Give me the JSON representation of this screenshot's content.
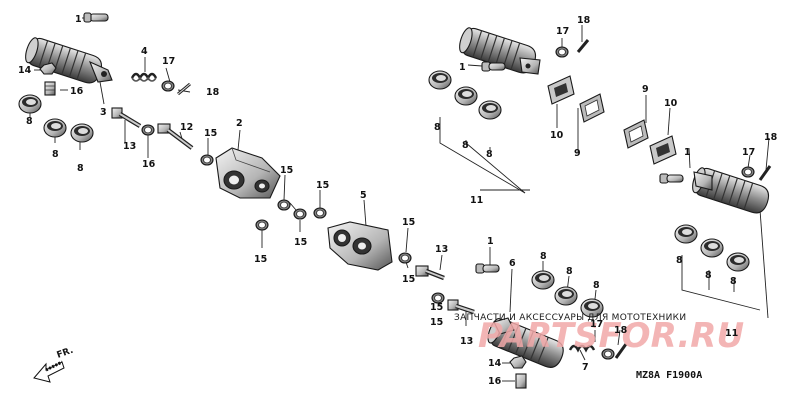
{
  "diagram": {
    "code": "MZ8A  F1900A",
    "direction_label": "FR.",
    "watermark_text": "ЗАПЧАСТИ И АКСЕССУАРЫ ДЛЯ МОТОТЕХНИКИ",
    "watermark_logo": "PARTSFOR.RU",
    "callouts": {
      "c1a": "1",
      "c14a": "14",
      "c16a": "16",
      "c3": "3",
      "c4": "4",
      "c17a": "17",
      "c18a": "18",
      "c8a": "8",
      "c8b": "8",
      "c8c": "8",
      "c13a": "13",
      "c16b": "16",
      "c12": "12",
      "c15a": "15",
      "c2": "2",
      "c15b": "15",
      "c15c": "15",
      "c15d": "15",
      "c15e": "15",
      "c5": "5",
      "c15f": "15",
      "c15g": "15",
      "c15h": "15",
      "c13b": "13",
      "c1b": "1",
      "c6": "6",
      "c13c": "13",
      "c15i": "15",
      "c17b": "17",
      "c18b": "18",
      "c1c": "1",
      "c8d": "8",
      "c8e": "8",
      "c8f": "8",
      "c11a": "11",
      "c10a": "10",
      "c9a": "9",
      "c9b": "9",
      "c10b": "10",
      "c1d": "1",
      "c17c": "17",
      "c18c": "18",
      "c8g": "8",
      "c8h": "8",
      "c8i": "8",
      "c11b": "11",
      "c8j": "8",
      "c8k": "8",
      "c8l": "8",
      "c17d": "17",
      "c18d": "18",
      "c7": "7",
      "c14b": "14",
      "c16c": "16"
    }
  }
}
